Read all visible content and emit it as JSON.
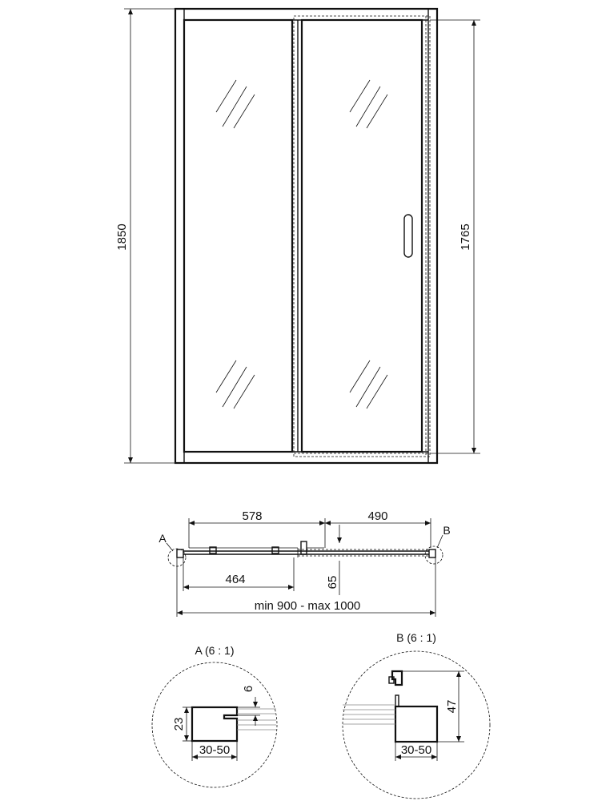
{
  "front_view": {
    "height_total": "1850",
    "height_door": "1765"
  },
  "top_view": {
    "dim_fixed": "578",
    "dim_door": "490",
    "dim_opening": "464",
    "dim_depth": "65",
    "dim_width_range": "min 900 - max 1000",
    "marker_a": "A",
    "marker_b": "B"
  },
  "detail_a": {
    "title": "A (6 : 1)",
    "dim_top": "6",
    "dim_side": "23",
    "dim_width": "30-50"
  },
  "detail_b": {
    "title": "B (6 : 1)",
    "dim_side": "47",
    "dim_width": "30-50"
  }
}
